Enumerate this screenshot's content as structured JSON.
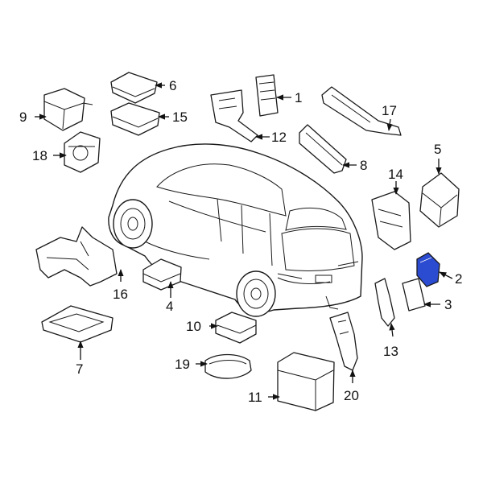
{
  "colors": {
    "line": "#1a1a1a",
    "highlight": "#2b4bd1",
    "background": "#ffffff"
  },
  "callouts": {
    "c1": "1",
    "c2": "2",
    "c3": "3",
    "c4": "4",
    "c5": "5",
    "c6": "6",
    "c7": "7",
    "c8": "8",
    "c9": "9",
    "c10": "10",
    "c11": "11",
    "c12": "12",
    "c13": "13",
    "c14": "14",
    "c15": "15",
    "c16": "16",
    "c17": "17",
    "c18": "18",
    "c19": "19",
    "c20": "20"
  },
  "highlighted_part": "2"
}
